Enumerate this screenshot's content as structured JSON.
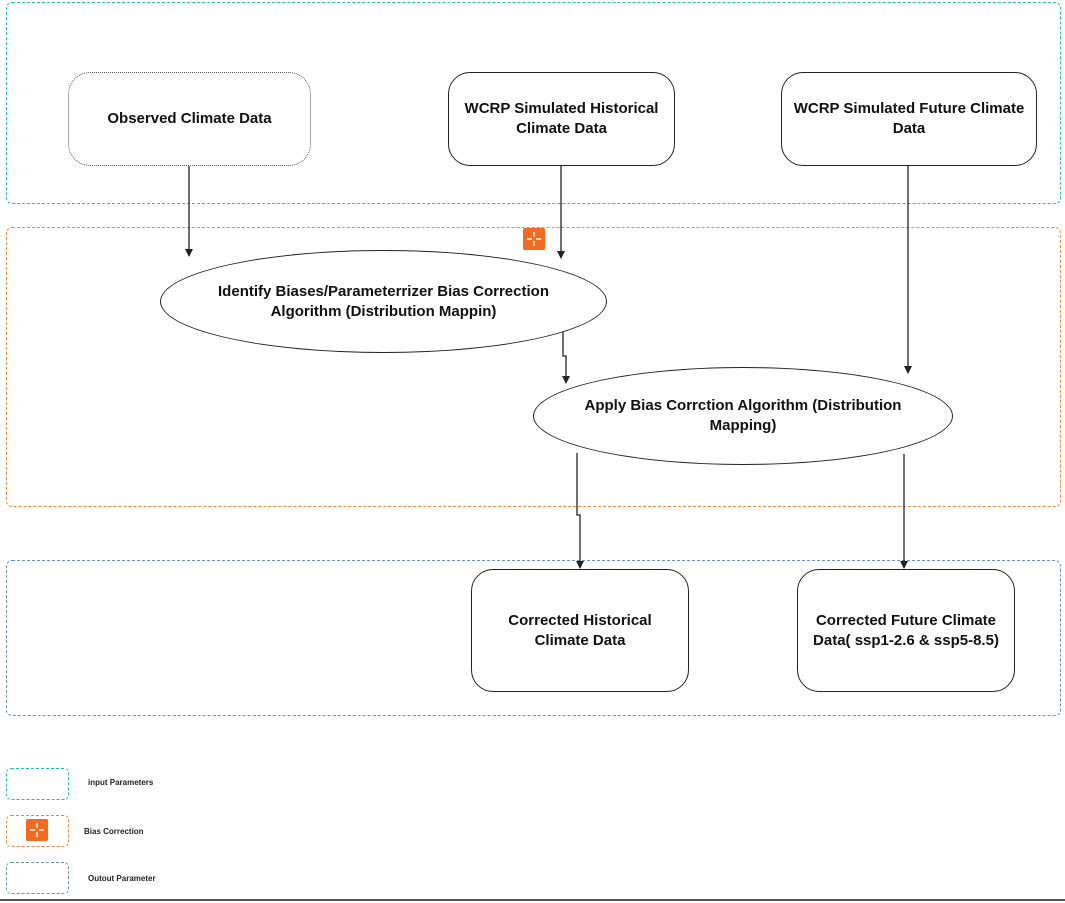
{
  "nodes": {
    "observed": "Observed Climate Data",
    "historical": "WCRP Simulated Historical Climate Data",
    "future": "WCRP Simulated Future Climate Data",
    "identify": "Identify Biases/Parameterrizer  Bias Correction Algorithm (Distribution Mappin)",
    "apply": "Apply Bias Corrction Algorithm (Distribution Mapping)",
    "corrected_historical": "Corrected Historical Climate Data",
    "corrected_future": "Corrected Future Climate Data(  ssp1-2.6 & ssp5-8.5)"
  },
  "groups": {
    "input_color": "#1fbfb2",
    "bias_color": "#f08a32",
    "output_color": "#6a8fc0",
    "icon_color": "#f36a21"
  },
  "legend": {
    "input": "input Parameters",
    "bias": "Bias Correction",
    "output": "Outout Parameter"
  }
}
